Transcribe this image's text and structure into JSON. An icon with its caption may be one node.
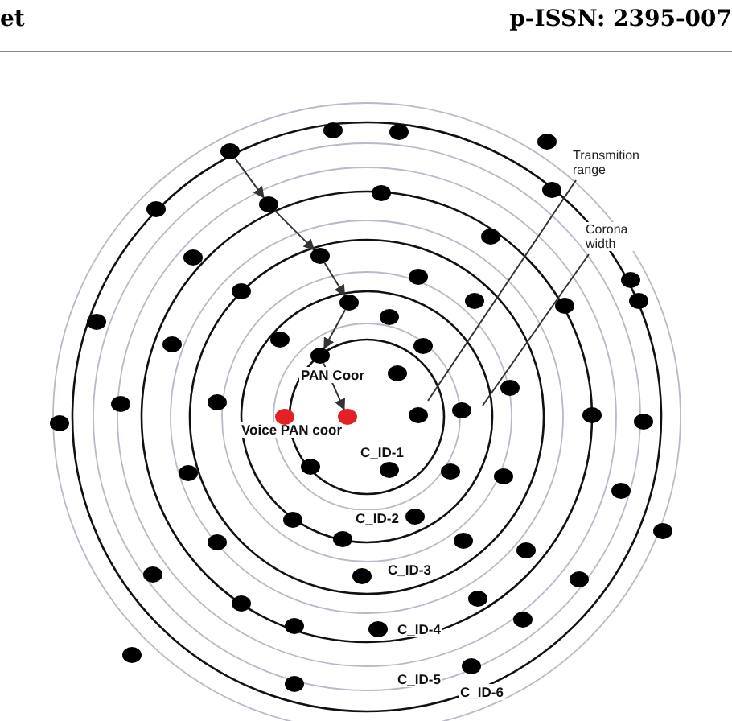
{
  "diagram": {
    "nodes": [
      {
        "text": [],
        "shape": "circle"
      },
      {
        "text": [],
        "shape": "circle"
      },
      {
        "text": [],
        "shape": "circle"
      },
      {
        "text": [],
        "shape": "circle"
      },
      {
        "text": [],
        "shape": "circle"
      },
      {
        "text": [
          "Transmition range"
        ]
      },
      {
        "text": [
          "Corona width"
        ]
      },
      {
        "text": [],
        "shape": "circle",
        "beside": [
          "Voice PAN coor"
        ]
      },
      {
        "text": [],
        "shape": "circle"
      }
    ],
    "edges": [
      {
        "from": 0,
        "to": 1,
        "arrow": "to"
      },
      {
        "from": 1,
        "to": 2,
        "arrow": "to"
      },
      {
        "from": 2,
        "to": 3,
        "arrow": "to"
      },
      {
        "from": 3,
        "to": 4,
        "arrow": "to"
      },
      {
        "from": 4,
        "to": 8,
        "arrow": "to"
      },
      {
        "from": 5,
        "to": null,
        "arrow": "none"
      },
      {
        "from": 6,
        "to": null,
        "arrow": "none"
      }
    ],
    "labels": [
      "et",
      "p-ISSN: 2395-007",
      "PAN Coor",
      "C_ID-1",
      "C_ID-2",
      "C_ID-3",
      "C_ID-4",
      "C_ID-5",
      "C_ID-6"
    ]
  }
}
